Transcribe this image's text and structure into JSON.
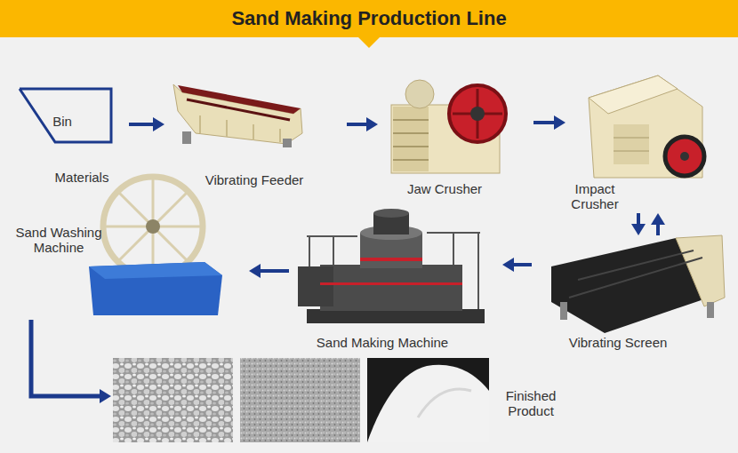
{
  "diagram": {
    "title": "Sand Making Production Line",
    "nodes": [
      {
        "text": [
          "Bin",
          "Materials"
        ]
      },
      {
        "text": [
          "Vibrating Feeder"
        ]
      },
      {
        "text": [
          "Jaw Crusher"
        ]
      },
      {
        "text": [
          "Impact Crusher"
        ]
      },
      {
        "text": [
          "Vibrating Screen"
        ]
      },
      {
        "text": [
          "Sand Making Machine"
        ]
      },
      {
        "text": [
          "Sand Washing Machine"
        ]
      },
      {
        "text": [
          "Finished Product"
        ]
      }
    ],
    "edges": [
      {
        "from": 0,
        "to": 1,
        "arrow": "to"
      },
      {
        "from": 1,
        "to": 2,
        "arrow": "to"
      },
      {
        "from": 2,
        "to": 3,
        "arrow": "to"
      },
      {
        "from": 3,
        "to": 4,
        "arrow": "to"
      },
      {
        "from": 4,
        "to": 3,
        "arrow": "to"
      },
      {
        "from": 4,
        "to": 5,
        "arrow": "to"
      },
      {
        "from": 5,
        "to": 6,
        "arrow": "to"
      },
      {
        "from": 6,
        "to": 7,
        "arrow": "to"
      }
    ]
  }
}
